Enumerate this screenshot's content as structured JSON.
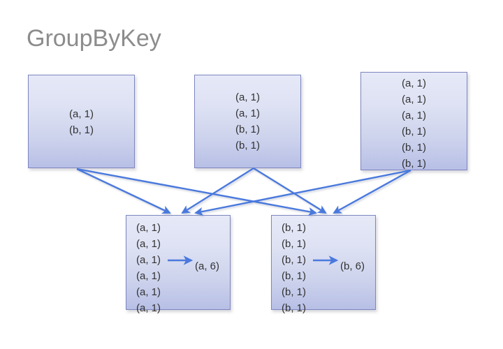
{
  "title": "GroupByKey",
  "diagram": {
    "input_boxes": [
      {
        "name": "input-box-1",
        "lines": [
          "(a, 1)",
          "(b, 1)"
        ]
      },
      {
        "name": "input-box-2",
        "lines": [
          "(a, 1)",
          "(a, 1)",
          "(b, 1)",
          "(b, 1)"
        ]
      },
      {
        "name": "input-box-3",
        "lines": [
          "(a, 1)",
          "(a, 1)",
          "(a, 1)",
          "(b, 1)",
          "(b, 1)",
          "(b, 1)"
        ]
      }
    ],
    "output_boxes": [
      {
        "name": "output-box-a",
        "lines": [
          "(a, 1)",
          "(a, 1)",
          "(a, 1)",
          "(a, 1)",
          "(a, 1)",
          "(a, 1)"
        ],
        "result": "(a, 6)"
      },
      {
        "name": "output-box-b",
        "lines": [
          "(b, 1)",
          "(b, 1)",
          "(b, 1)",
          "(b, 1)",
          "(b, 1)",
          "(b, 1)"
        ],
        "result": "(b, 6)"
      }
    ],
    "colors": {
      "arrow": "#4a79dd",
      "box_border": "#7d86bf",
      "box_fill_top": "#e6e9f7",
      "box_fill_bottom": "#b7bfe6",
      "title": "#8c8c8c",
      "text": "#333333",
      "background": "#ffffff"
    }
  }
}
